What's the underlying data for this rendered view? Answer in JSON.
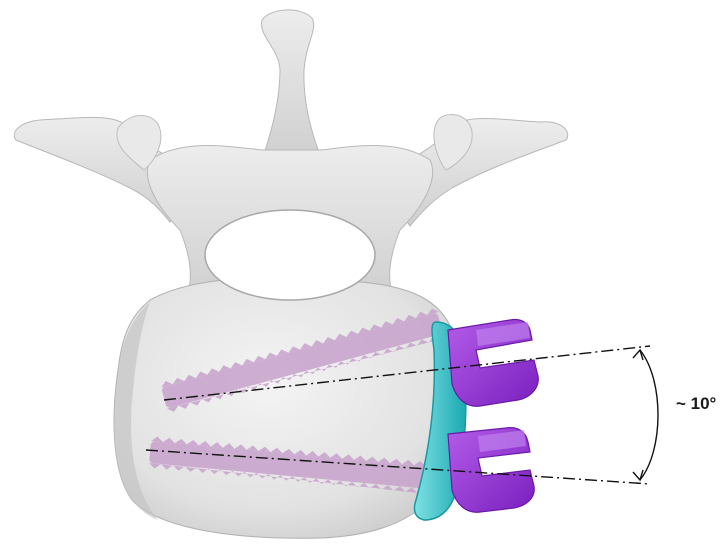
{
  "annotation": {
    "angle_label": "~ 10°"
  },
  "colors": {
    "bone": "#e6e6e6",
    "bone_shadow": "#bdbdbd",
    "bone_highlight": "#f7f7f7",
    "screw": "#c7a2cc",
    "implant_plate": "#38c9cf",
    "implant_clip": "#9434d6",
    "guide_line": "#111111"
  },
  "components": {
    "vertebra": "vertebra-bone",
    "screws": [
      "upper-screw",
      "lower-screw"
    ],
    "plate": "lateral-plate",
    "clips": [
      "upper-clip",
      "lower-clip"
    ]
  }
}
